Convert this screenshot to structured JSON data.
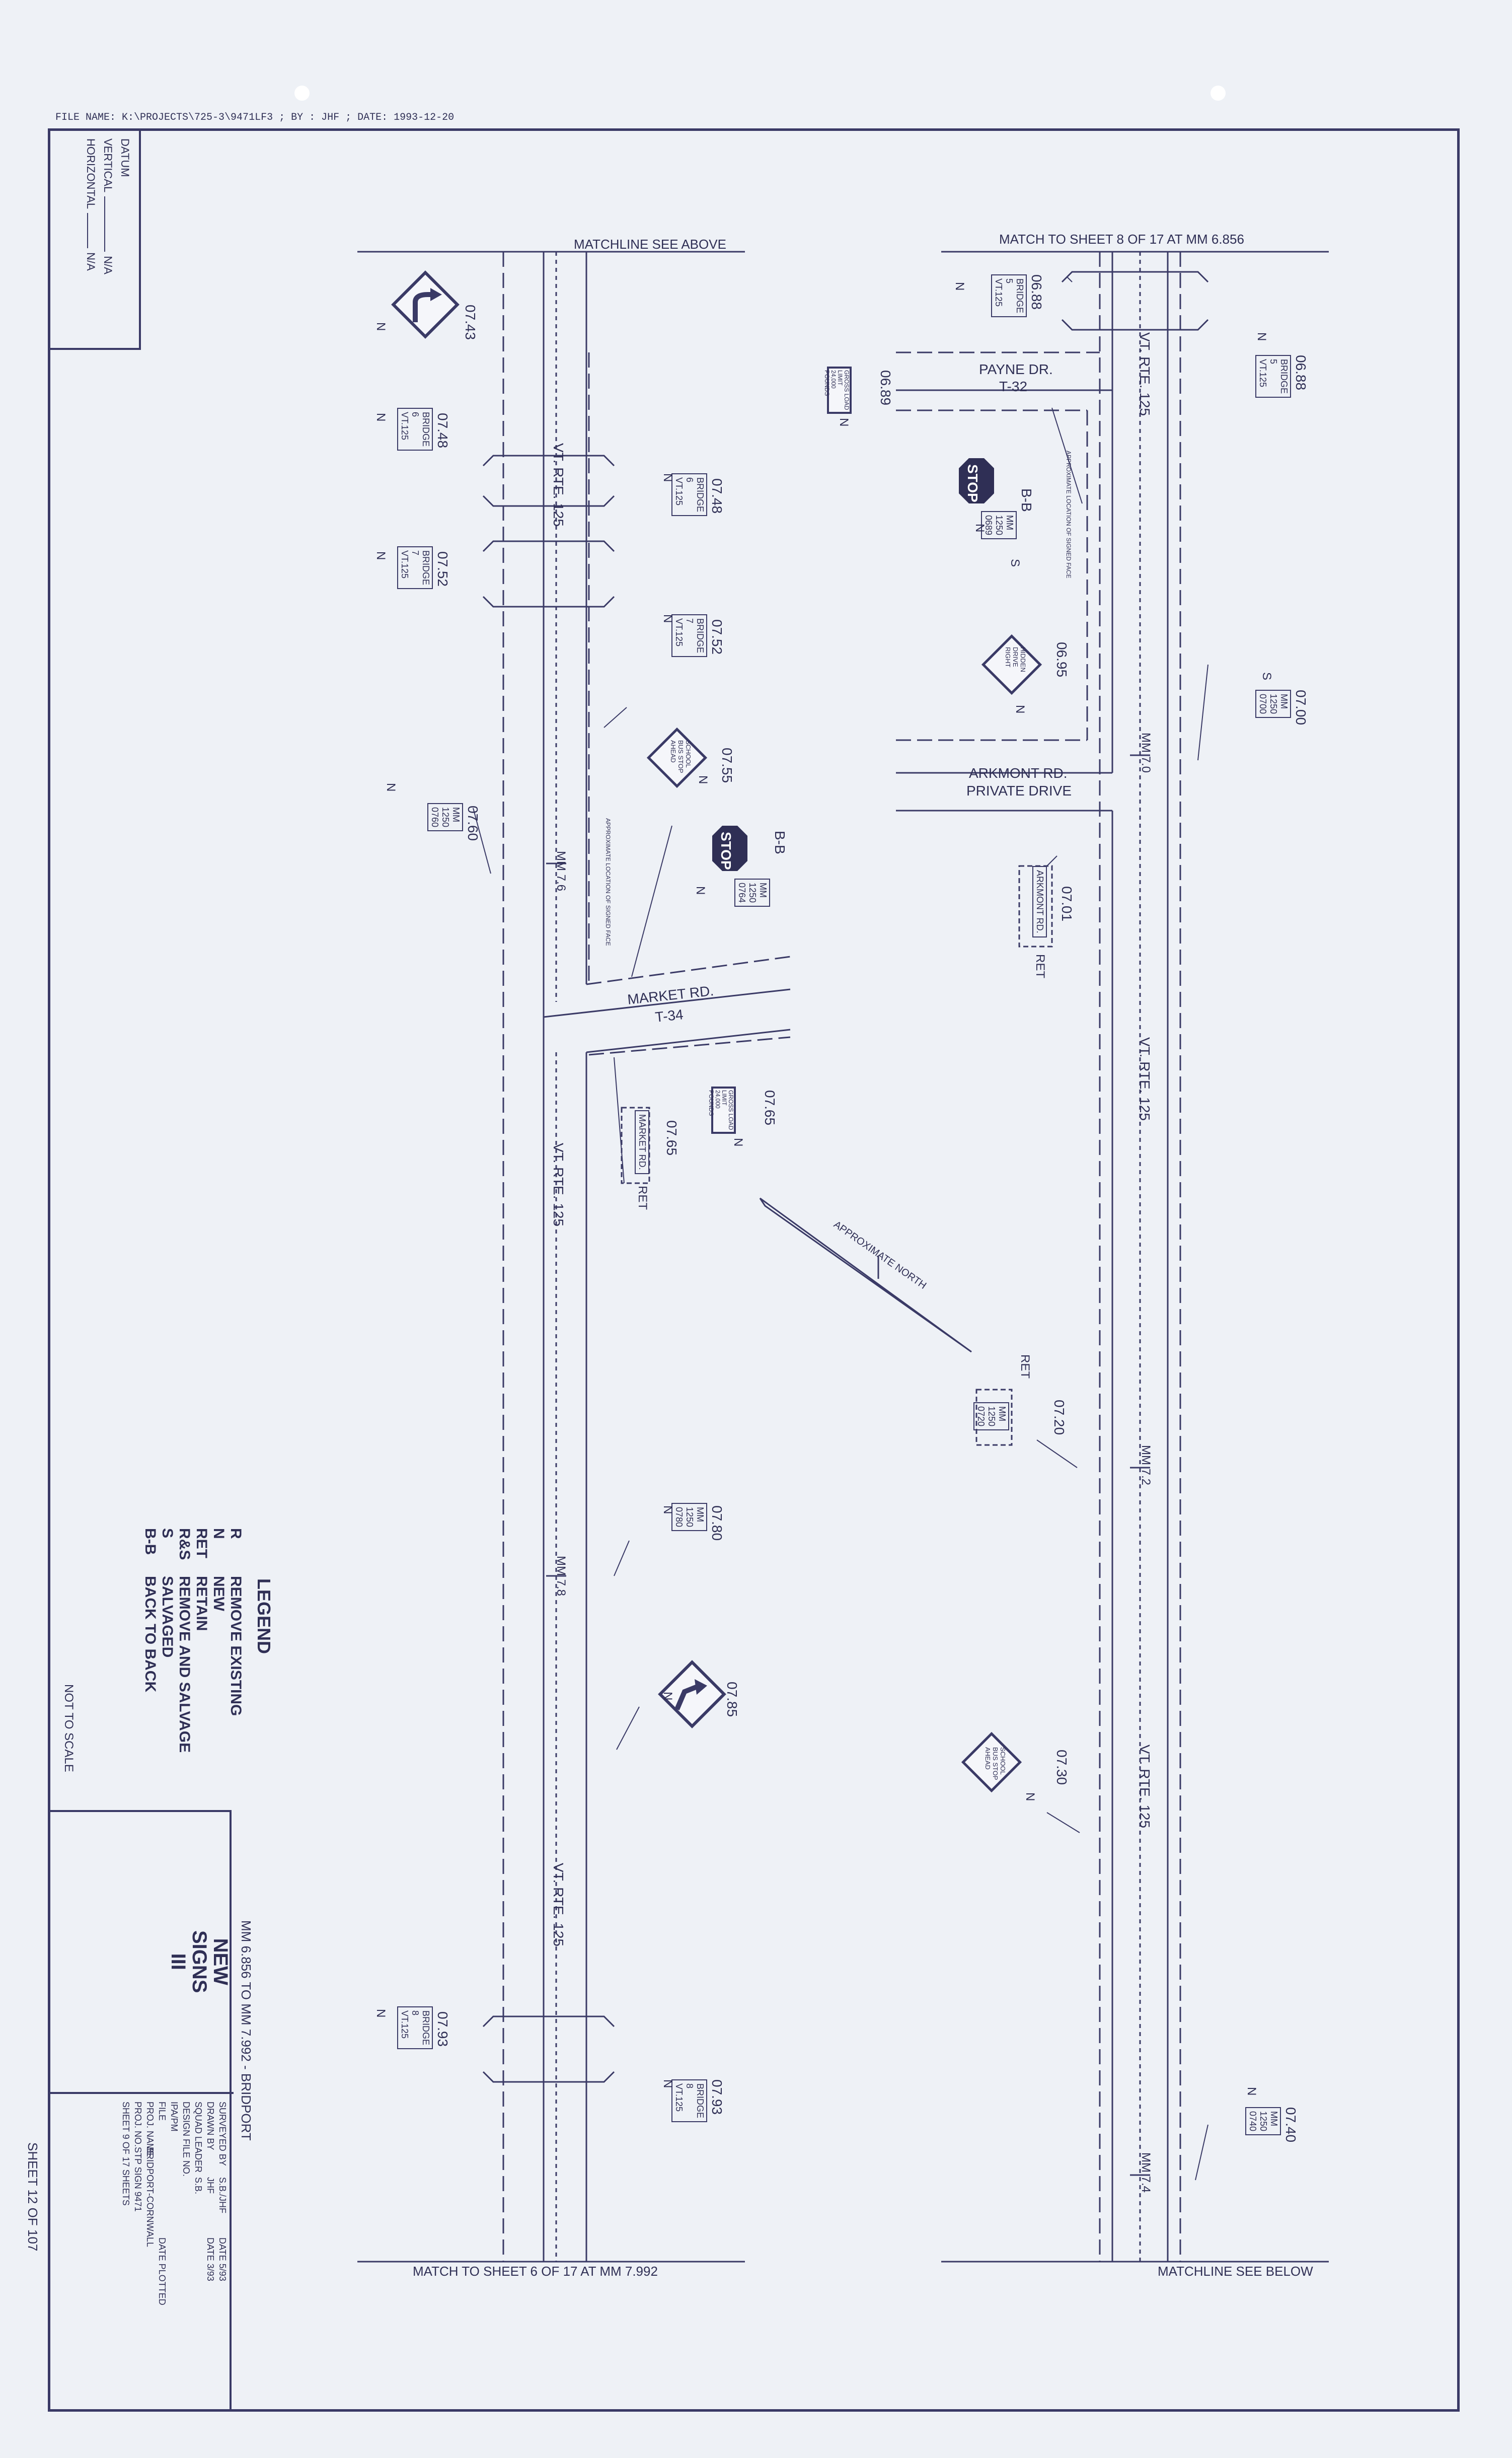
{
  "file_info": "FILE NAME: K:\\PROJECTS\\725-3\\9471LF3 ; BY : JHF ; DATE: 1993-12-20",
  "datum": {
    "title": "DATUM",
    "vertical_label": "VERTICAL",
    "vertical_value": "N/A",
    "horizontal_label": "HORIZONTAL",
    "horizontal_value": "N/A"
  },
  "matchlines": {
    "top_left": "MATCHLINE SEE ABOVE",
    "top_right": "MATCH TO SHEET 8 OF 17 AT MM 6.856",
    "bottom_left": "MATCH TO SHEET 6 OF 17 AT MM 7.992",
    "bottom_right": "MATCHLINE SEE BELOW"
  },
  "roads": {
    "route": "VT. RTE. 125",
    "payne": "PAYNE DR.",
    "payne_no": "T-32",
    "arkmont": "ARKMONT RD.",
    "private_drive": "PRIVATE DRIVE",
    "market": "MARKET RD.",
    "market_no": "T-34",
    "mm_70": "MM 7.0",
    "mm_72": "MM 7.2",
    "mm_74": "MM 7.4",
    "mm_76": "MM 7.6",
    "mm_78": "MM 7.8"
  },
  "north_arrow": "APPROXIMATE NORTH",
  "stop_text": "STOP",
  "approx_location": "APPROXIMATE LOCATION OF SIGNED FACE",
  "signs_left": [
    {
      "num": "07.43",
      "code": "N"
    },
    {
      "num": "07.48",
      "lines": [
        "BRIDGE",
        "6",
        "VT.125"
      ],
      "code": "N"
    },
    {
      "num": "07.52",
      "lines": [
        "BRIDGE",
        "7",
        "VT.125"
      ],
      "code": "N"
    },
    {
      "num": "07.60",
      "lines": [
        "MM",
        "1250",
        "0760"
      ],
      "code": "N"
    },
    {
      "num": "07.93",
      "lines": [
        "BRIDGE",
        "8",
        "VT.125"
      ],
      "code": "N"
    }
  ],
  "signs_center": [
    {
      "num": "07.48",
      "lines": [
        "BRIDGE",
        "6",
        "VT.125"
      ],
      "code": "N"
    },
    {
      "num": "07.52",
      "lines": [
        "BRIDGE",
        "7",
        "VT.125"
      ],
      "code": "N"
    },
    {
      "num": "07.55",
      "lines": [
        "SCHOOL",
        "BUS STOP",
        "AHEAD"
      ],
      "code": "N"
    },
    {
      "num": "B-B",
      "lines": [
        "MM",
        "1250",
        "0764"
      ],
      "code": "N"
    },
    {
      "num": "07.65",
      "lines": [
        "GROSS LOAD",
        "LIMIT",
        "24,000",
        "POUNDS"
      ],
      "code": "N"
    },
    {
      "num": "07.65",
      "lines": [
        "MARKET RD."
      ],
      "code": "RET"
    },
    {
      "num": "07.80",
      "lines": [
        "MM",
        "1250",
        "0780"
      ],
      "code": "N"
    },
    {
      "num": "07.85",
      "code": "N"
    },
    {
      "num": "07.93",
      "lines": [
        "BRIDGE",
        "8",
        "VT.125"
      ],
      "code": "N"
    }
  ],
  "signs_right": [
    {
      "num": "06.88",
      "lines": [
        "BRIDGE",
        "5",
        "VT.125"
      ],
      "code": "N"
    },
    {
      "num": "06.89",
      "lines": [
        "GROSS LOAD",
        "LIMIT",
        "24,000",
        "POUNDS"
      ],
      "code": "N"
    },
    {
      "num": "B-B",
      "lines": [
        "MM",
        "1250",
        "0689"
      ],
      "code": "N",
      "extra": "S"
    },
    {
      "num": "06.95",
      "lines": [
        "HIDDEN",
        "DRIVE",
        "RIGHT"
      ],
      "code": "N"
    },
    {
      "num": "07.01",
      "lines": [
        "ARKMONT RD."
      ],
      "code": "RET"
    },
    {
      "num": "07.20",
      "lines": [
        "MM",
        "1250",
        "0720"
      ],
      "code": "RET"
    },
    {
      "num": "07.30",
      "lines": [
        "SCHOOL",
        "BUS STOP",
        "AHEAD"
      ],
      "code": "N"
    },
    {
      "num": "06.88",
      "lines": [
        "BRIDGE",
        "5",
        "VT.125"
      ],
      "code": "N"
    },
    {
      "num": "07.00",
      "lines": [
        "MM",
        "1250",
        "0700"
      ],
      "code": "S"
    },
    {
      "num": "07.40",
      "lines": [
        "MM",
        "1250",
        "0740"
      ],
      "code": "N"
    }
  ],
  "legend": {
    "title": "LEGEND",
    "items": [
      {
        "key": "R",
        "text": "REMOVE EXISTING"
      },
      {
        "key": "N",
        "text": "NEW"
      },
      {
        "key": "RET",
        "text": "RETAIN"
      },
      {
        "key": "R&S",
        "text": "REMOVE AND SALVAGE"
      },
      {
        "key": "S",
        "text": "SALVAGED"
      },
      {
        "key": "B-B",
        "text": "BACK TO BACK"
      }
    ],
    "note": "NOT TO SCALE"
  },
  "title_block": {
    "title1": "NEW",
    "title2": "SIGNS",
    "title3": "III",
    "range": "MM 6.856 TO MM 7.992 - BRIDPORT",
    "surveyed_by_label": "SURVEYED BY",
    "surveyed_by": "S.B./JHF",
    "surveyed_date_label": "DATE",
    "surveyed_date": "5/93",
    "drawn_by_label": "DRAWN BY",
    "drawn_by": "JHF",
    "drawn_date_label": "DATE",
    "drawn_date": "3/93",
    "squad_leader_label": "SQUAD LEADER",
    "squad_leader": "S.B.",
    "design_file_label": "DESIGN FILE NO.",
    "ipa_label": "IPA/PM",
    "file_label": "FILE",
    "plotted_label": "DATE PLOTTED",
    "proj_name_label": "PROJ. NAME",
    "proj_name": "BRIDPORT-CORNWALL",
    "proj_no_label": "PROJ. NO.",
    "proj_no": "STP SIGN 9471",
    "sheet_label": "SHEET",
    "sheet_no": "9",
    "sheet_of": "OF",
    "sheet_total": "17",
    "sheets_label": "SHEETS"
  },
  "overall_sheet": "SHEET 12 OF 107"
}
